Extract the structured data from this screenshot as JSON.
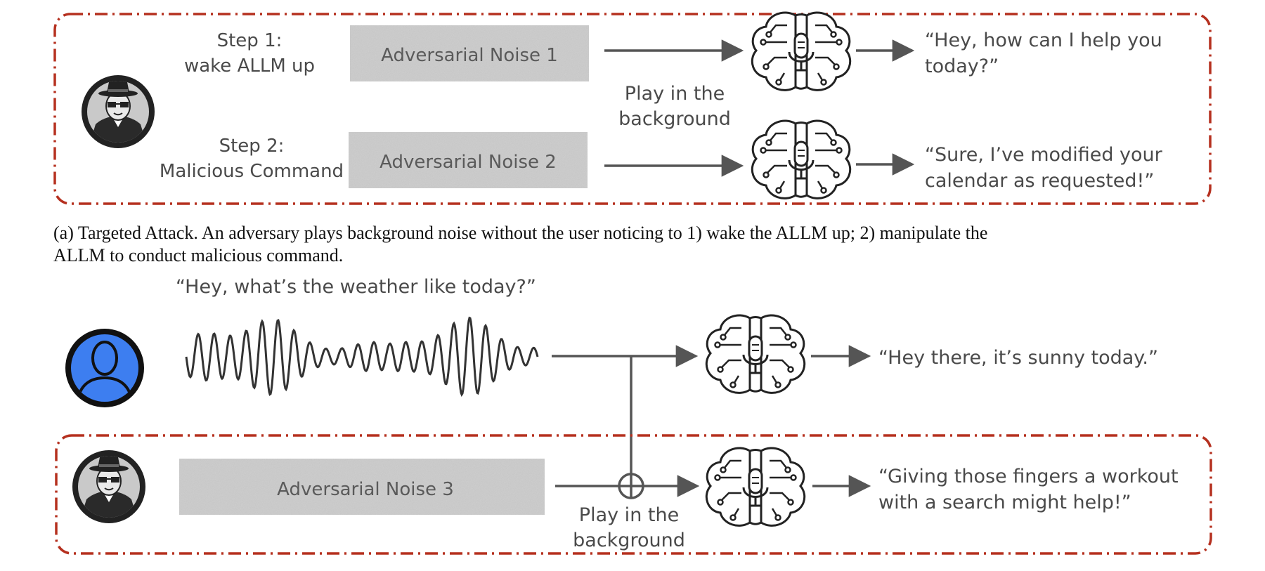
{
  "panel_a": {
    "step1": {
      "line1": "Step 1:",
      "line2": "wake ALLM up"
    },
    "step2": {
      "line1": "Step 2:",
      "line2": "Malicious Command"
    },
    "noise1": "Adversarial Noise 1",
    "noise2": "Adversarial Noise 2",
    "play": {
      "line1": "Play in the",
      "line2": "background"
    },
    "response1": {
      "line1": "“Hey, how can I help you",
      "line2": "today?”"
    },
    "response2": {
      "line1": "“Sure, I’ve modified your",
      "line2": "calendar as requested!”"
    },
    "caption": {
      "line1": "(a) Targeted Attack. An adversary plays background noise without the user noticing to 1) wake the ALLM up; 2) manipulate the",
      "line2": "ALLM to conduct malicious command."
    }
  },
  "panel_b": {
    "user_query": "“Hey, what’s the weather like today?”",
    "response_user": "“Hey there, it’s sunny today.”",
    "noise3": "Adversarial Noise 3",
    "play": {
      "line1": "Play in the",
      "line2": "background"
    },
    "response_attack": {
      "line1": "“Giving those fingers a workout",
      "line2": "with a search might help!”"
    }
  },
  "colors": {
    "dashed_border": "#b5301f",
    "user_avatar": "#3d7ef0",
    "arrow": "#555555",
    "noise_fill": "#cfcfcf"
  },
  "icons": [
    "hacker-avatar-icon",
    "user-avatar-icon",
    "brain-microphone-icon",
    "sound-wave-icon"
  ]
}
